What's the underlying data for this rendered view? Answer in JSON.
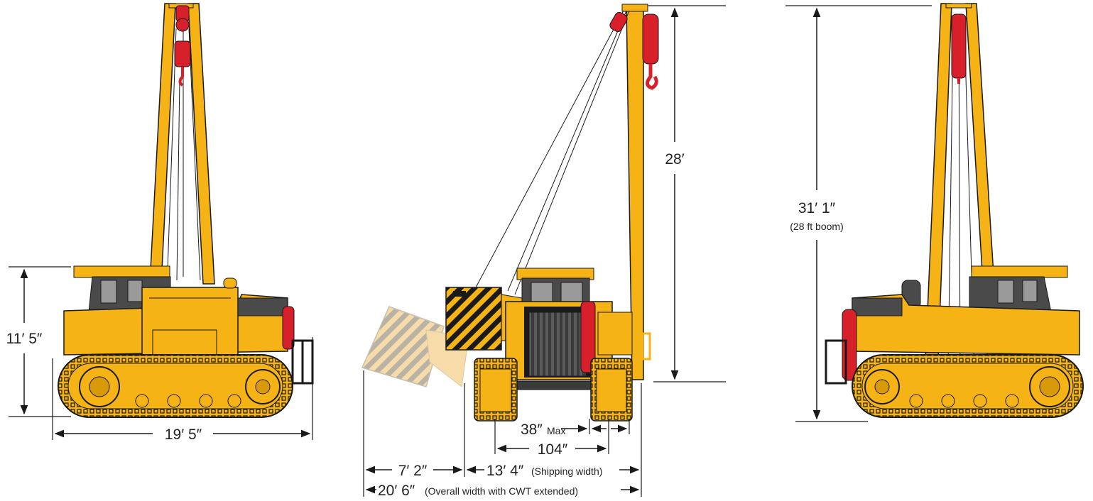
{
  "colors": {
    "body_yellow": "#f5b316",
    "body_dark_yellow": "#d99a0a",
    "hook_red": "#d8202a",
    "outline": "#1a1a1a",
    "cab_gray": "#4a4a4a",
    "glass_gray": "#9a9a9a",
    "counterweight_faded": "#f3d69a",
    "dimension_line": "#1a1a1a"
  },
  "left_view": {
    "height_label": "11′ 5″",
    "length_label": "19′ 5″"
  },
  "front_view": {
    "boom_length_label": "28′",
    "track_width_value": "38″",
    "track_width_note": "Max",
    "gauge_label": "104″",
    "counterweight_offset_label": "7′ 2″",
    "shipping_width_value": "13′ 4″",
    "shipping_width_note": "(Shipping width)",
    "overall_width_value": "20′ 6″",
    "overall_width_note": "(Overall width with CWT extended)"
  },
  "right_view": {
    "overall_height_label": "31′ 1″",
    "overall_height_note": "(28 ft boom)"
  }
}
